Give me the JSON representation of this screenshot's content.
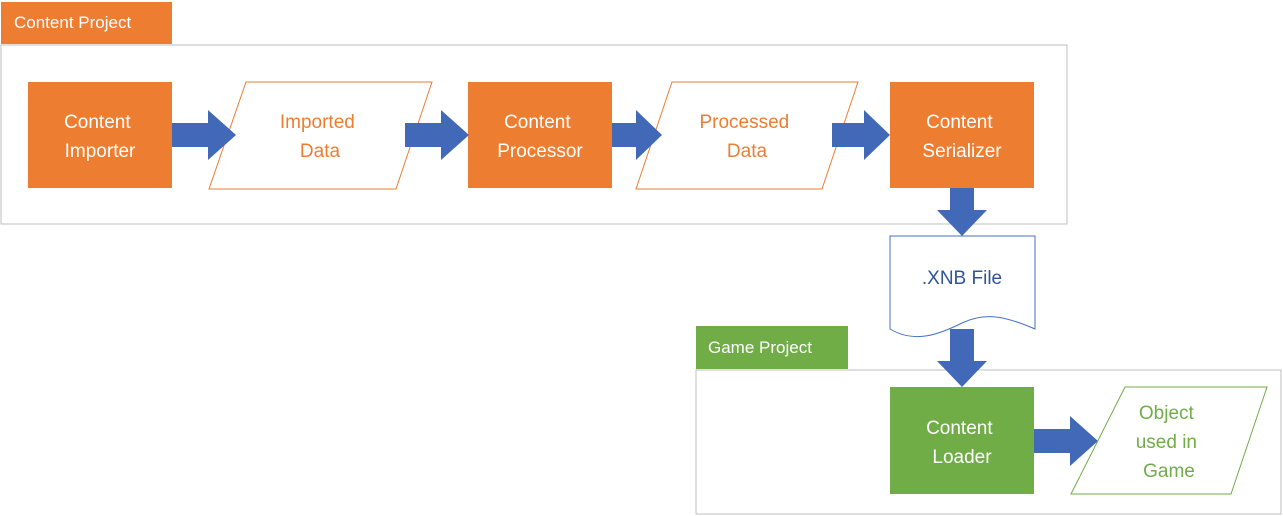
{
  "colors": {
    "orange": "#ED7D31",
    "green": "#70AD47",
    "blue": "#4472C4",
    "arrow": "#4169B8",
    "frame": "#BFBFBF",
    "white": "#FFFFFF"
  },
  "content_project": {
    "title": "Content Project",
    "importer": [
      "Content",
      "Importer"
    ],
    "imported_data": [
      "Imported",
      "Data"
    ],
    "processor": [
      "Content",
      "Processor"
    ],
    "processed_data": [
      "Processed",
      "Data"
    ],
    "serializer": [
      "Content",
      "Serializer"
    ]
  },
  "xnb_file": {
    "label": ".XNB File"
  },
  "game_project": {
    "title": "Game Project",
    "loader": [
      "Content",
      "Loader"
    ],
    "object": [
      "Object",
      "used in",
      "Game"
    ]
  }
}
